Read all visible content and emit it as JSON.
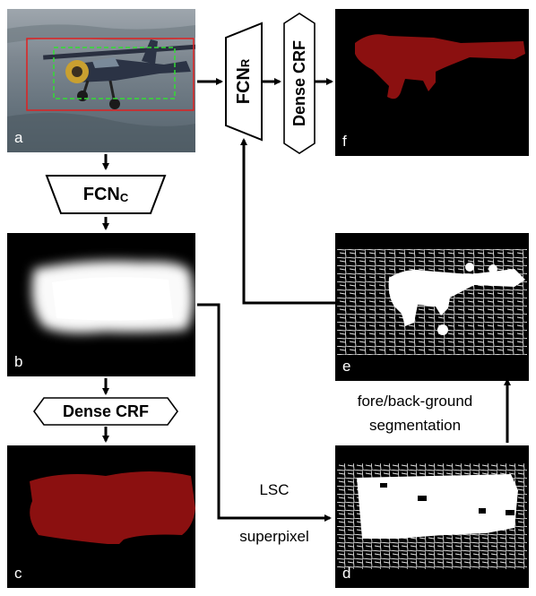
{
  "panels": {
    "a": {
      "label": "a"
    },
    "b": {
      "label": "b"
    },
    "c": {
      "label": "c"
    },
    "d": {
      "label": "d"
    },
    "e": {
      "label": "e"
    },
    "f": {
      "label": "f"
    }
  },
  "nodes": {
    "fcn_c": {
      "main": "FCN",
      "sub": "C"
    },
    "fcn_r": {
      "main": "FCN",
      "sub": "R"
    },
    "crf_top": {
      "label": "Dense CRF"
    },
    "crf_left": {
      "label": "Dense CRF"
    }
  },
  "captions": {
    "lsc_line1": "LSC",
    "lsc_line2": "superpixel",
    "seg_line1": "fore/back-ground",
    "seg_line2": "segmentation"
  },
  "colors": {
    "mask_red": "#8b1010",
    "box_red": "#e02020",
    "box_green": "#33dd33"
  }
}
